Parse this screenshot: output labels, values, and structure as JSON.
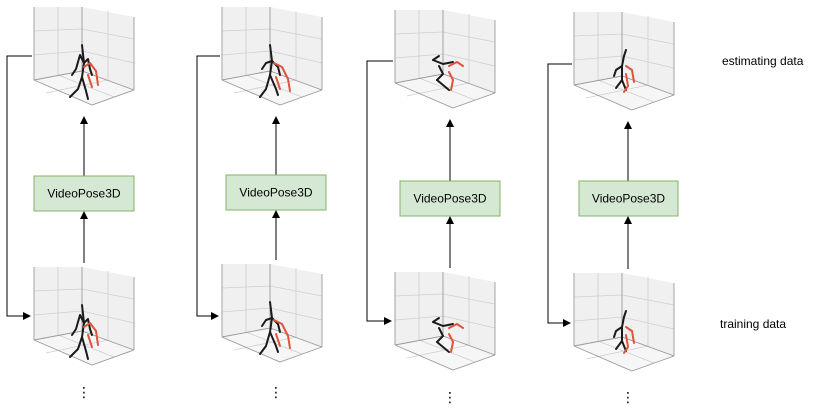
{
  "labels": {
    "estimating": "estimating data",
    "training": "training data"
  },
  "model_name": "VideoPose3D",
  "ellipsis": "⋮",
  "column_count": 4,
  "colors": {
    "box_fill": "#d5e8d4",
    "box_border": "#82b366",
    "skeleton_left": "#1a1a1a",
    "skeleton_right": "#e0533d"
  }
}
